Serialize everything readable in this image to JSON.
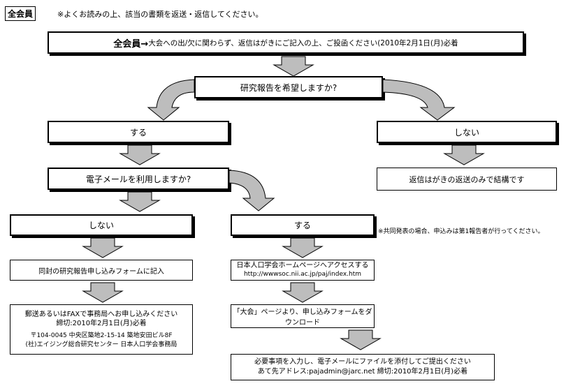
{
  "header": {
    "tag": "全会員",
    "note": "※よくお読みの上、該当の書類を返送・返信してください。"
  },
  "top": {
    "bold": "全会員→",
    "text": "大会への出/欠に関わらず、返信はがきにご記入の上、ご投函ください(2010年2月1日(月)必着"
  },
  "q1": "研究報告を希望しますか?",
  "yes1": "する",
  "no1": "しない",
  "no1_result": "返信はがきの返送のみで結構です",
  "q2": "電子メールを利用しますか?",
  "no2": "しない",
  "yes2": "する",
  "co_note": "※共同発表の場合、申込みは第1報告者が行ってください。",
  "left": {
    "step1": "同封の研究報告申し込みフォームに記入",
    "step2_line1": "郵送あるいはFAXで事務局へお申し込みください",
    "step2_line2": "締切:2010年2月1日(月)必着",
    "step2_line3": "〒104-0045 中央区築地2-15-14 築地安田ビル8F",
    "step2_line4": "(社)エイジング総合研究センター 日本人口学会事務局"
  },
  "right": {
    "step1_line1": "日本人口学会ホームページへアクセスする",
    "step1_line2": "http://wwwsoc.nii.ac.jp/paj/index.htm",
    "step2": "「大会」ページより、申し込みフォームをダウンロード",
    "step3_line1": "必要事項を入力し、電子メールにファイルを添付してご提出ください",
    "step3_line2": "あて先アドレス:pajadmin@jarc.net 締切:2010年2月1日(月)必着"
  }
}
